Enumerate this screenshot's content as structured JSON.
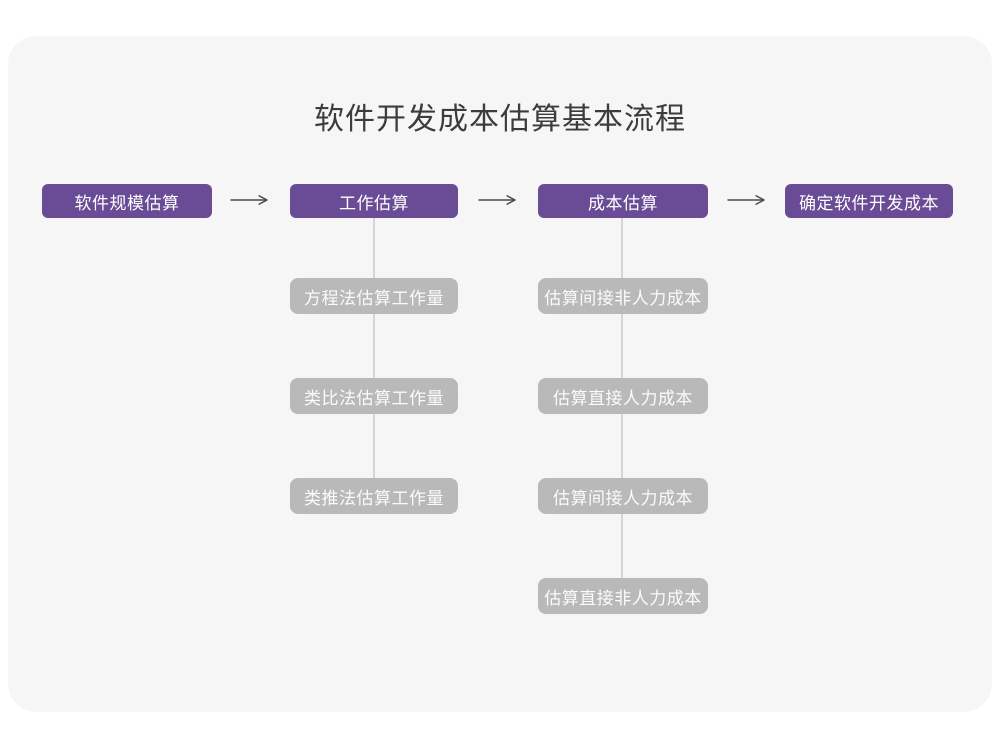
{
  "page": {
    "title": "软件开发成本估算基本流程"
  },
  "colors": {
    "background": "#ffffff",
    "card_bg": "#f6f6f6",
    "primary_purple": "#6a4b96",
    "gray_node": "#b9b9b9",
    "connector": "#d5d5d5",
    "arrow": "#4a4a4a",
    "title_text": "#3c3c3c",
    "node_text": "#ffffff"
  },
  "flow": {
    "main_steps": [
      {
        "id": "software-scale-estimation",
        "label": "软件规模估算"
      },
      {
        "id": "work-estimation",
        "label": "工作估算"
      },
      {
        "id": "cost-estimation",
        "label": "成本估算"
      },
      {
        "id": "determine-software-dev-cost",
        "label": "确定软件开发成本"
      }
    ],
    "work_estimation_substeps": [
      "方程法估算工作量",
      "类比法估算工作量",
      "类推法估算工作量"
    ],
    "cost_estimation_substeps": [
      "估算间接非人力成本",
      "估算直接人力成本",
      "估算间接人力成本",
      "估算直接非人力成本"
    ]
  }
}
